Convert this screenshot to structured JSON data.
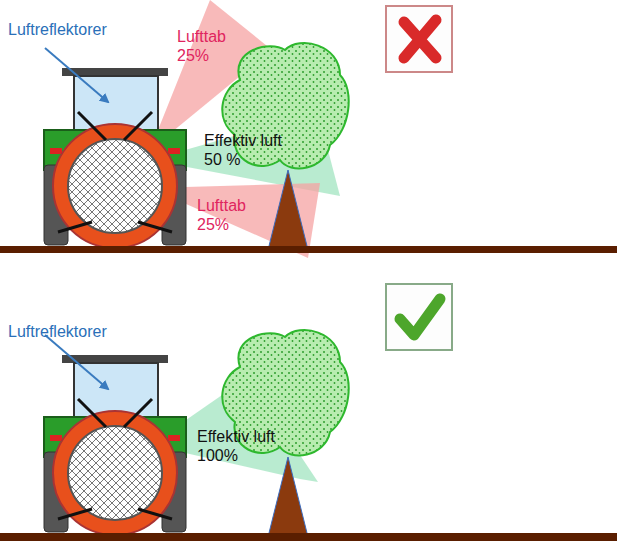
{
  "diagram": {
    "labels": [
      "Luftreflektorer",
      "Lufttab 25%",
      "Effektiv luft 50 %",
      "Lufttab 25%",
      "Luftreflektorer",
      "Effektiv luft 100%"
    ]
  }
}
